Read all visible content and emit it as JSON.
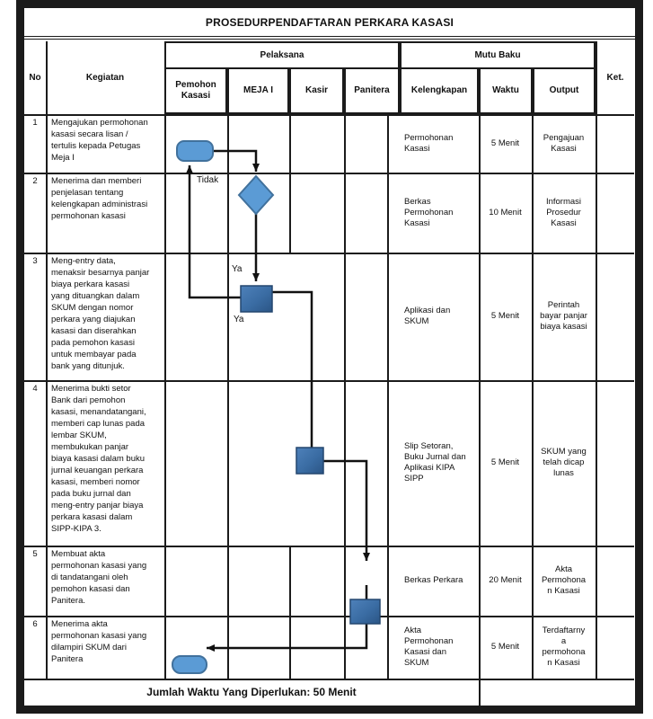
{
  "title": "PROSEDURPENDAFTARAN PERKARA KASASI",
  "header": {
    "no": "No",
    "kegiatan": "Kegiatan",
    "pelaksana": "Pelaksana",
    "mutu_baku": "Mutu Baku",
    "ket": "Ket.",
    "pelaksana_cols": [
      "Pemohon Kasasi",
      "MEJA I",
      "Kasir",
      "Panitera"
    ],
    "mutu_cols": [
      "Kelengkapan",
      "Waktu",
      "Output"
    ]
  },
  "rows": [
    {
      "no": "1",
      "kegiatan": "Mengajukan permohonan\nkasasi secara lisan /\ntertulis kepada Petugas\nMeja I",
      "kelengkapan": "Permohonan\nKasasi",
      "waktu": "5 Menit",
      "output": "Pengajuan\nKasasi"
    },
    {
      "no": "2",
      "kegiatan": "Menerima dan memberi\npenjelasan tentang\nkelengkapan administrasi\npermohonan kasasi",
      "kelengkapan": "Berkas\nPermohonan\nKasasi",
      "waktu": "10 Menit",
      "output": "Informasi\nProsedur\nKasasi"
    },
    {
      "no": "3",
      "kegiatan": "Meng-entry data,\nmenaksir besarnya panjar\nbiaya perkara kasasi\nyang dituangkan dalam\nSKUM dengan nomor\nperkara yang diajukan\nkasasi dan diserahkan\npada pemohon kasasi\nuntuk membayar pada\nbank yang ditunjuk.",
      "kelengkapan": "Aplikasi dan\nSKUM",
      "waktu": "5 Menit",
      "output": "Perintah\nbayar panjar\nbiaya kasasi"
    },
    {
      "no": "4",
      "kegiatan": "Menerima bukti setor\nBank dari pemohon\nkasasi, menandatangani,\nmemberi cap lunas pada\nlembar SKUM,\nmembukukan panjar\nbiaya kasasi dalam buku\njurnal keuangan perkara\nkasasi, memberi nomor\npada buku jurnal dan\nmeng-entry panjar biaya\nperkara kasasi dalam\nSIPP-KIPA 3.",
      "kelengkapan": "Slip Setoran,\nBuku Jurnal dan\nAplikasi KIPA\nSIPP",
      "waktu": "5 Menit",
      "output": "SKUM yang\ntelah dicap\nlunas"
    },
    {
      "no": "5",
      "kegiatan": "Membuat akta\npermohonan kasasi yang\ndi tandatangani oleh\npemohon kasasi dan\nPanitera.",
      "kelengkapan": "Berkas Perkara",
      "waktu": "20 Menit",
      "output": "Akta\nPermohona\nn Kasasi"
    },
    {
      "no": "6",
      "kegiatan": "Menerima akta\npermohonan kasasi yang\ndilampiri SKUM dari\nPanitera",
      "kelengkapan": "Akta\nPermohonan\nKasasi dan\nSKUM",
      "waktu": "5 Menit",
      "output": "Terdaftarny\na\npermohona\nn Kasasi"
    }
  ],
  "flow_labels": {
    "tidak": "Tidak",
    "ya_top": "Ya",
    "ya_bottom": "Ya"
  },
  "footer": {
    "total": "Jumlah Waktu Yang Diperlukan: 50 Menit"
  },
  "colors": {
    "terminator_fill": "#5B9BD5",
    "terminator_stroke": "#41719C",
    "process_fill_light": "#4E81BA",
    "process_fill_dark": "#2B5585",
    "process_stroke": "#24476F",
    "line": "#111111",
    "border": "#1b1b1b"
  }
}
